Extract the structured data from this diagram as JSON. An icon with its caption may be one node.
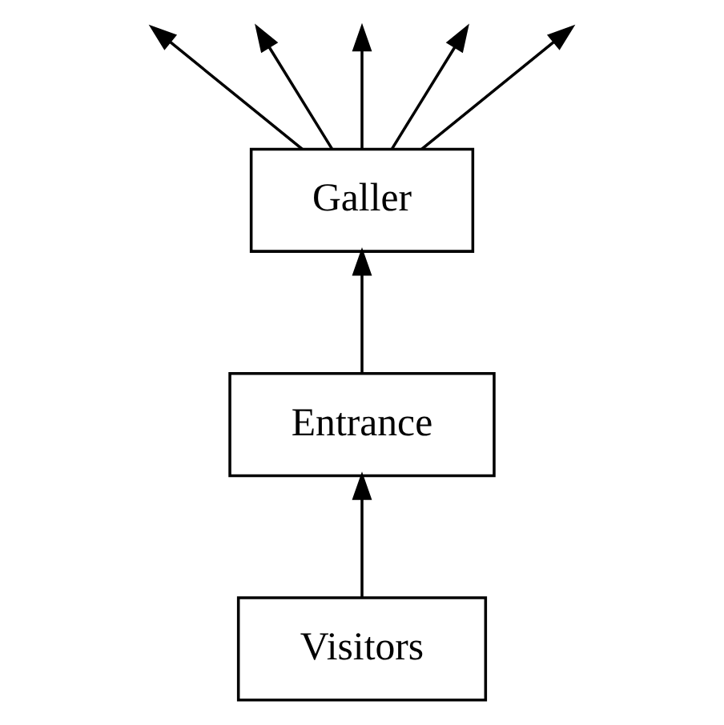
{
  "diagram": {
    "nodes": [
      {
        "text": [
          "Galler"
        ]
      },
      {
        "text": [
          "Entrance"
        ]
      },
      {
        "text": [
          "Visitors"
        ]
      }
    ],
    "edges": [
      {
        "from": 2,
        "to": 1,
        "arrow": "to"
      },
      {
        "from": 1,
        "to": 0,
        "arrow": "to"
      },
      {
        "from": 0,
        "to": null,
        "arrow": "to"
      },
      {
        "from": 0,
        "to": null,
        "arrow": "to"
      },
      {
        "from": 0,
        "to": null,
        "arrow": "to"
      },
      {
        "from": 0,
        "to": null,
        "arrow": "to"
      },
      {
        "from": 0,
        "to": null,
        "arrow": "to"
      }
    ]
  }
}
